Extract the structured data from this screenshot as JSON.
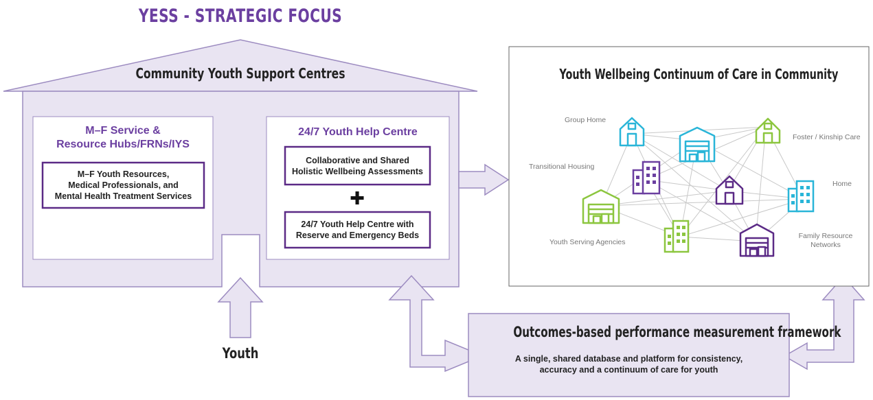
{
  "title": "YESS - STRATEGIC FOCUS",
  "colors": {
    "purple": "#5b2a86",
    "light_purple": "#e9e4f2",
    "house_border": "#9c8bc0",
    "title_purple": "#6b3fa0"
  },
  "house": {
    "label": "Community Youth Support Centres",
    "left_panel": {
      "title_line1": "M–F Service &",
      "title_line2": "Resource Hubs/FRNs/IYS",
      "box_line1": "M–F Youth Resources,",
      "box_line2": "Medical Professionals, and",
      "box_line3": "Mental Health Treatment Services"
    },
    "right_panel": {
      "title": "24/7 Youth Help Centre",
      "box1_line1": "Collaborative and Shared",
      "box1_line2": "Holistic Wellbeing Assessments",
      "plus": "✚",
      "box2_line1": "24/7 Youth Help Centre with",
      "box2_line2": "Reserve and Emergency Beds"
    }
  },
  "youth_label": "Youth",
  "continuum": {
    "title": "Youth Wellbeing Continuum of Care in Community",
    "nodes": {
      "group_home": "Group Home",
      "foster": "Foster / Kinship Care",
      "transitional": "Transitional Housing",
      "home": "Home",
      "agencies": "Youth Serving Agencies",
      "frn_line1": "Family Resource",
      "frn_line2": "Networks"
    }
  },
  "outcomes": {
    "title": "Outcomes-based performance measurement framework",
    "line1": "A single, shared database and platform for consistency,",
    "line2": "accuracy and a continuum of care for youth"
  }
}
